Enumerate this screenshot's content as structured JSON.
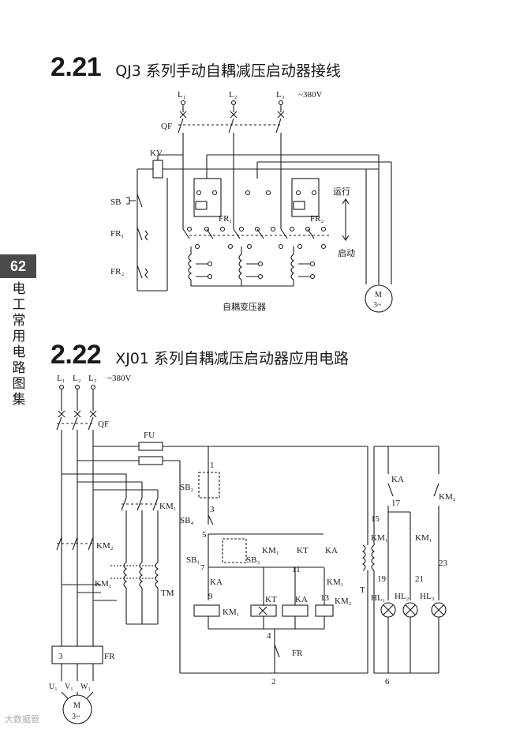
{
  "section_a": {
    "number": "2.21",
    "title": "QJ3 系列手动自耦减压启动器接线"
  },
  "section_b": {
    "number": "2.22",
    "title": "XJ01 系列自耦减压启动器应用电路"
  },
  "side": {
    "page_number": "62",
    "book_title": "电工常用电路图集"
  },
  "watermark": "大数据管",
  "diagram_a": {
    "phases": [
      "L₁",
      "L₂",
      "L₃"
    ],
    "voltage": "~380V",
    "breaker": "QF",
    "relay": "KV",
    "stop_button": "SB",
    "thermal_relays": [
      "FR₁",
      "FR₂"
    ],
    "run_label": "运行",
    "start_label": "启动",
    "transformer_label": "自耦变压器",
    "motor": [
      "M",
      "3~"
    ]
  },
  "diagram_b": {
    "phases": [
      "L₁",
      "L₂",
      "L₃"
    ],
    "voltage": "~380V",
    "breaker": "QF",
    "fuse": "FU",
    "buttons": [
      "SB₂",
      "SB₄",
      "SB₁",
      "SB₃"
    ],
    "contactors": [
      "KM₁",
      "KM₂",
      "KA",
      "KT"
    ],
    "transformer_tm": "TM",
    "transformer_t": "T",
    "thermal": "FR",
    "thermal_box": "3",
    "lamps": [
      "HL₁",
      "HL₂",
      "HL₃"
    ],
    "coils": [
      "KM₁",
      "KT",
      "KA",
      "KM₂"
    ],
    "node_numbers": [
      "1",
      "3",
      "5",
      "7",
      "9",
      "11",
      "13",
      "4",
      "2",
      "15",
      "17",
      "19",
      "21",
      "23",
      "6"
    ],
    "motor_terminals": [
      "U₁",
      "V₁",
      "W₁"
    ],
    "motor": [
      "M",
      "3~"
    ]
  }
}
